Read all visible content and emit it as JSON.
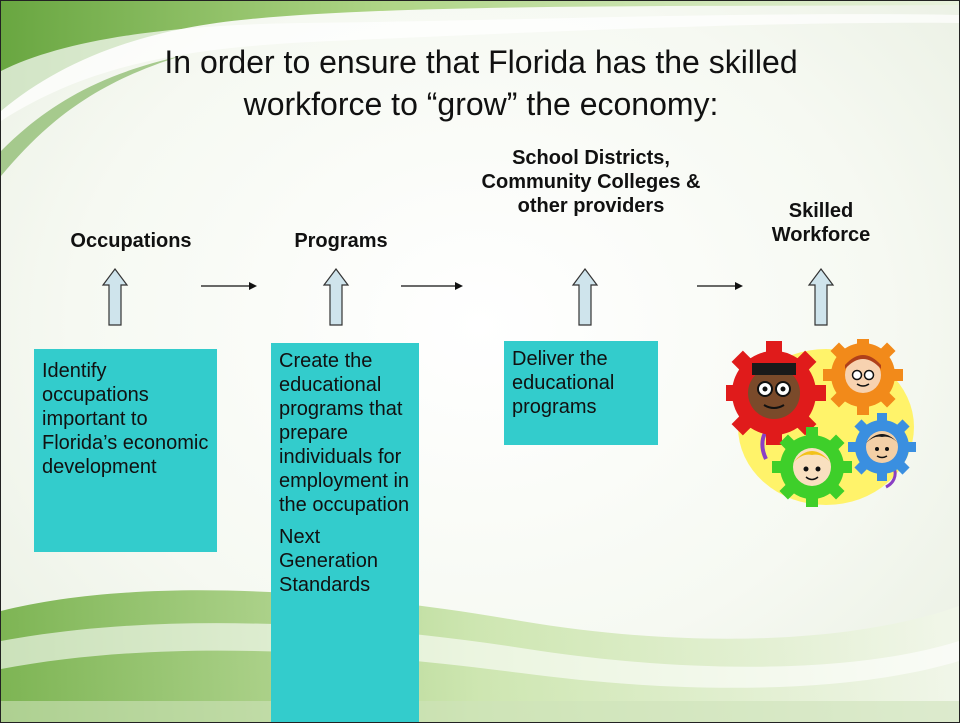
{
  "title": {
    "line1": "In order to ensure that Florida has the skilled",
    "line2": "workforce to “grow” the economy:"
  },
  "steps": [
    {
      "label": "Occupations",
      "description": "Identify occupations important to Florida’s economic development"
    },
    {
      "label": "Programs",
      "description": "Create the educational programs that prepare individuals for employment in the occupation",
      "note": "Next Generation Standards"
    },
    {
      "label": "School Districts, Community Colleges & other providers",
      "description": "Deliver the educational programs"
    },
    {
      "label": "Skilled Workforce"
    }
  ],
  "colors": {
    "box_fill": "#33cccc",
    "arrow_fill": "#cfe4ec",
    "swoosh_green": "#7ab648"
  },
  "icons": [
    "up-arrow-icon",
    "right-arrow-icon",
    "gears-with-faces-icon"
  ]
}
